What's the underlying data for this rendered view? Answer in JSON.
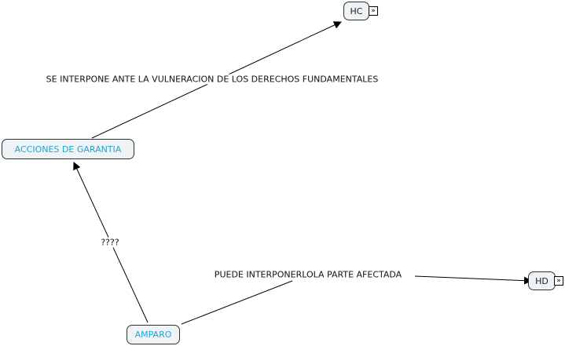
{
  "nodes": {
    "hc": "HC",
    "hd": "HD",
    "acciones": "ACCIONES DE GARANTIA",
    "amparo": "AMPARO"
  },
  "links": {
    "interpone": "SE INTERPONE ANTE LA VULNERACION DE LOS DERECHOS FUNDAMENTALES",
    "unknown": "????",
    "puede": "PUEDE INTERPONERLOLA PARTE AFECTADA"
  },
  "icons": {
    "expand": "»"
  }
}
